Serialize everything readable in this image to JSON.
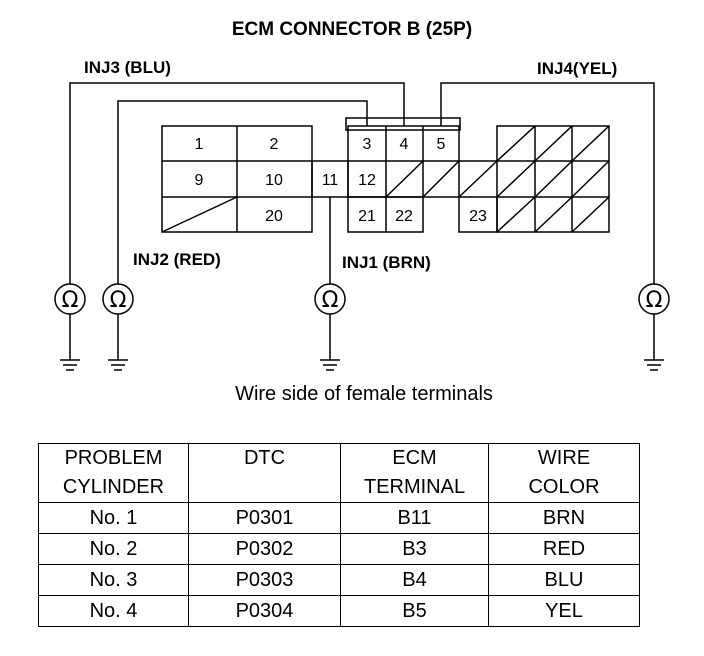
{
  "title": "ECM CONNECTOR B (25P)",
  "caption": "Wire side of female terminals",
  "labels": {
    "inj3": "INJ3 (BLU)",
    "inj4": "INJ4(YEL)",
    "inj2": "INJ2 (RED)",
    "inj1": "INJ1 (BRN)"
  },
  "meter_symbol": "Ω",
  "pins": [
    "1",
    "2",
    "3",
    "4",
    "5",
    "9",
    "10",
    "11",
    "12",
    "20",
    "21",
    "22",
    "23"
  ],
  "table": {
    "headers": [
      [
        "PROBLEM",
        "CYLINDER"
      ],
      [
        "DTC",
        ""
      ],
      [
        "ECM",
        "TERMINAL"
      ],
      [
        "WIRE",
        "COLOR"
      ]
    ],
    "rows": [
      [
        "No. 1",
        "P0301",
        "B11",
        "BRN"
      ],
      [
        "No. 2",
        "P0302",
        "B3",
        "RED"
      ],
      [
        "No. 3",
        "P0303",
        "B4",
        "BLU"
      ],
      [
        "No. 4",
        "P0304",
        "B5",
        "YEL"
      ]
    ]
  }
}
